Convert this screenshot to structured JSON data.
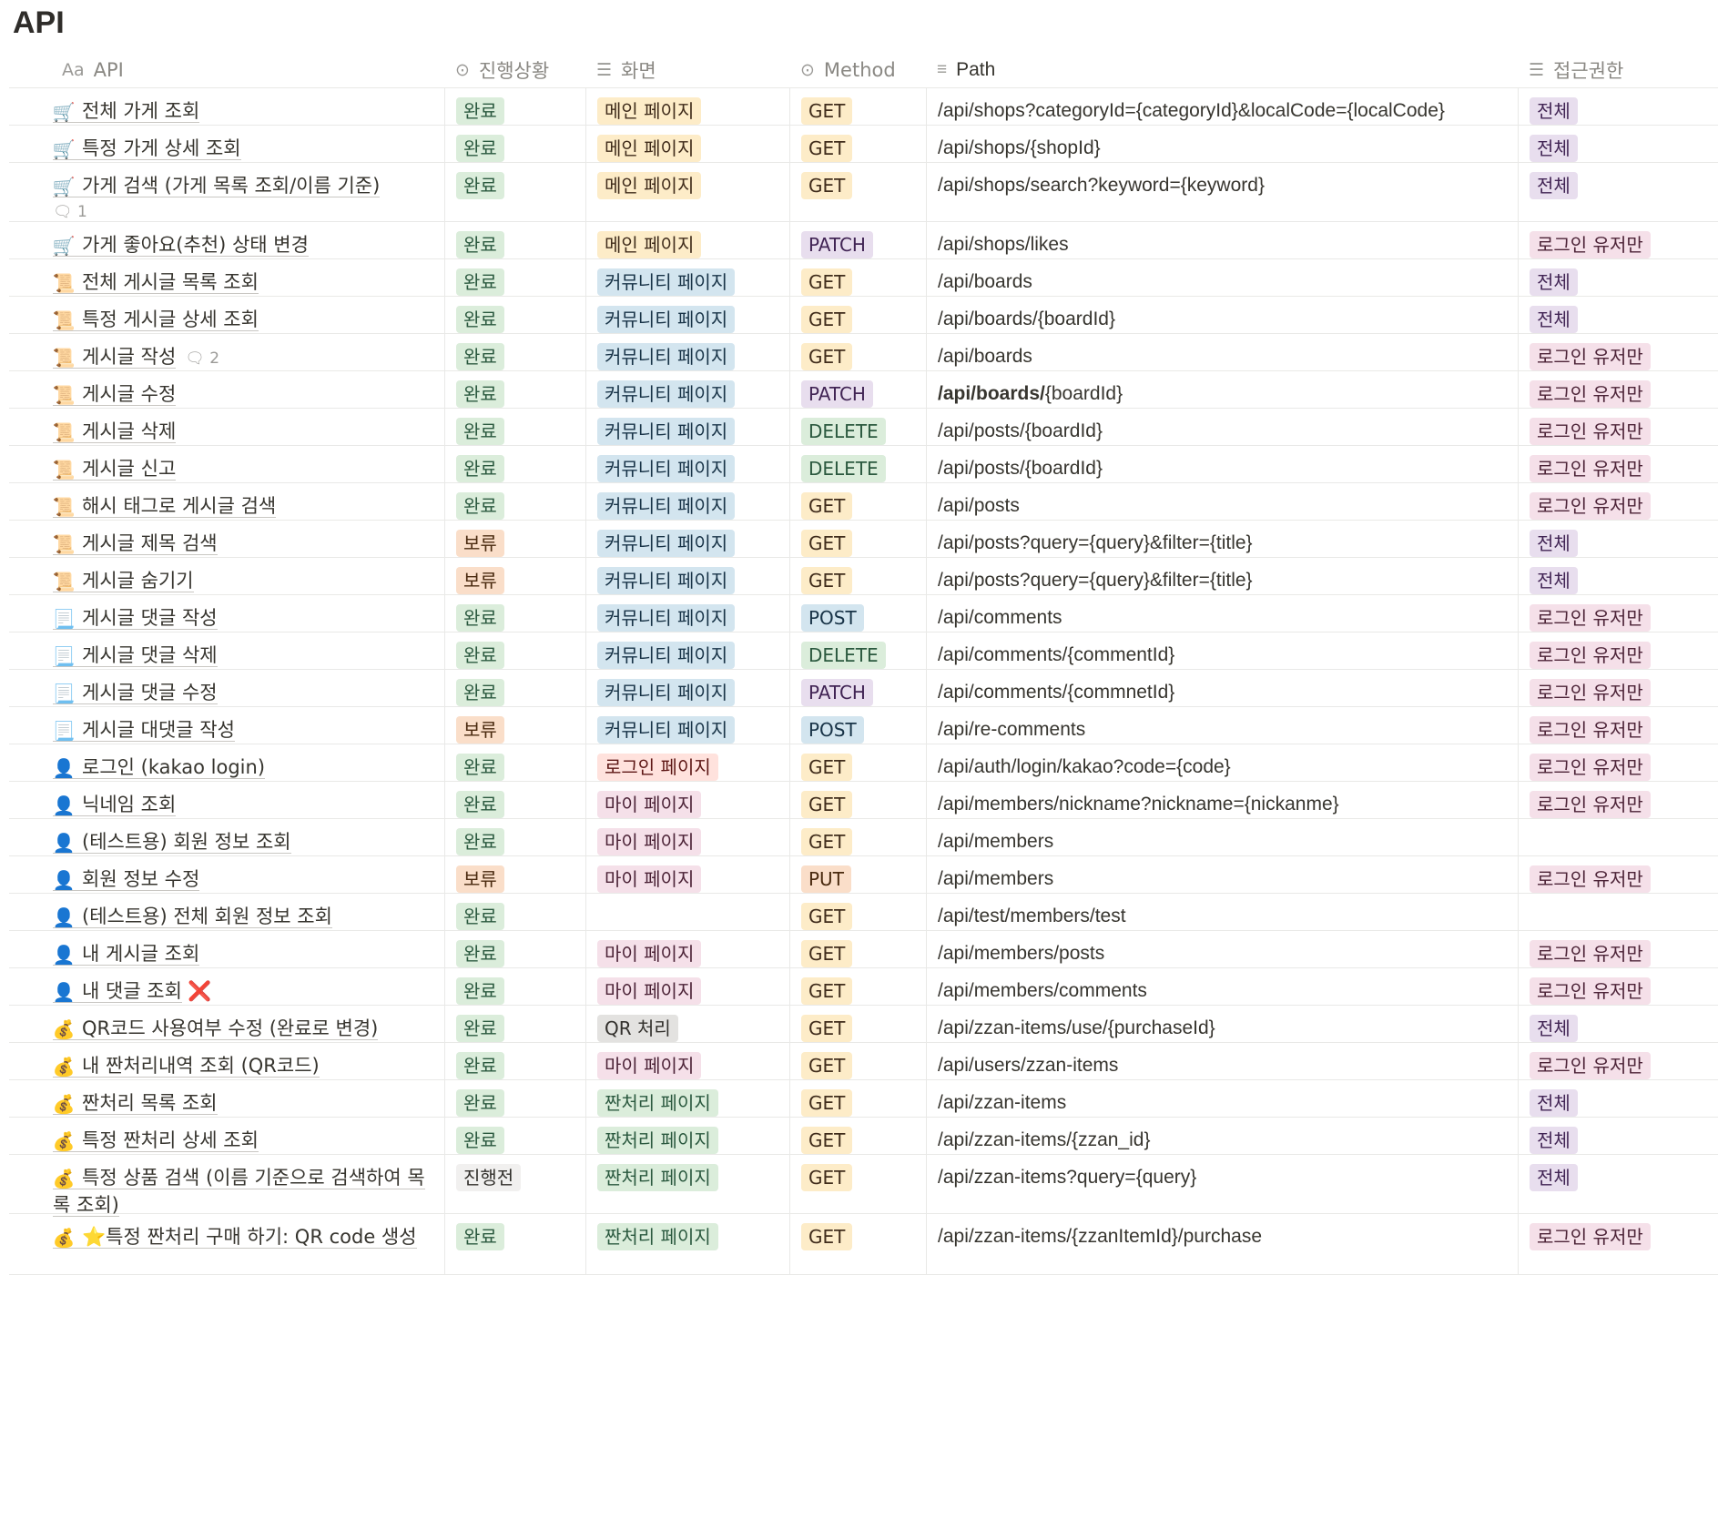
{
  "title": "API",
  "headers": {
    "api": "API",
    "api_prefix": "Aa",
    "status": "진행상황",
    "screen": "화면",
    "method": "Method",
    "path": "Path",
    "access": "접근권한"
  },
  "rows": [
    {
      "icon": "cart",
      "name": "전체 가게 조회",
      "status": "완료",
      "screen": "메인 페이지",
      "screen_color": "y",
      "method": "GET",
      "path": "/api/shops?categoryId={categoryId}&localCode={localCode}",
      "access": "전체",
      "access_color": "pu"
    },
    {
      "icon": "cart",
      "name": "특정 가게 상세 조회",
      "status": "완료",
      "screen": "메인 페이지",
      "screen_color": "y",
      "method": "GET",
      "path": "/api/shops/{shopId}",
      "access": "전체",
      "access_color": "pu"
    },
    {
      "icon": "cart",
      "name": "가게 검색 (가게 목록 조회/이름 기준)",
      "comments": "1",
      "comments_below": true,
      "status": "완료",
      "screen": "메인 페이지",
      "screen_color": "y",
      "method": "GET",
      "path": "/api/shops/search?keyword={keyword}",
      "access": "전체",
      "access_color": "pu"
    },
    {
      "icon": "cart",
      "name": "가게 좋아요(추천) 상태 변경",
      "status": "완료",
      "screen": "메인 페이지",
      "screen_color": "y",
      "method": "PATCH",
      "path": "/api/shops/likes",
      "access": "로그인 유저만",
      "access_color": "p"
    },
    {
      "icon": "scroll",
      "name": "전체 게시글 목록 조회",
      "status": "완료",
      "screen": "커뮤니티 페이지",
      "screen_color": "b",
      "method": "GET",
      "path": "/api/boards",
      "access": "전체",
      "access_color": "pu"
    },
    {
      "icon": "scroll",
      "name": "특정 게시글 상세 조회",
      "status": "완료",
      "screen": "커뮤니티 페이지",
      "screen_color": "b",
      "method": "GET",
      "path": "/api/boards/{boardId}",
      "access": "전체",
      "access_color": "pu"
    },
    {
      "icon": "scroll",
      "name": "게시글 작성",
      "comments": "2",
      "status": "완료",
      "screen": "커뮤니티 페이지",
      "screen_color": "b",
      "method": "GET",
      "path": "/api/boards",
      "access": "로그인 유저만",
      "access_color": "p"
    },
    {
      "icon": "scroll",
      "name": "게시글 수정",
      "status": "완료",
      "screen": "커뮤니티 페이지",
      "screen_color": "b",
      "method": "PATCH",
      "path": "/api/boards/{boardId}",
      "path_bold": "/api/boards/",
      "path_rest": "{boardId}",
      "access": "로그인 유저만",
      "access_color": "p"
    },
    {
      "icon": "scroll",
      "name": "게시글 삭제",
      "status": "완료",
      "screen": "커뮤니티 페이지",
      "screen_color": "b",
      "method": "DELETE",
      "path": "/api/posts/{boardId}",
      "access": "로그인 유저만",
      "access_color": "p"
    },
    {
      "icon": "scroll",
      "name": "게시글 신고",
      "status": "완료",
      "screen": "커뮤니티 페이지",
      "screen_color": "b",
      "method": "DELETE",
      "path": "/api/posts/{boardId}",
      "access": "로그인 유저만",
      "access_color": "p"
    },
    {
      "icon": "scroll",
      "name": "해시 태그로 게시글 검색",
      "status": "완료",
      "screen": "커뮤니티 페이지",
      "screen_color": "b",
      "method": "GET",
      "path": "/api/posts",
      "access": "로그인 유저만",
      "access_color": "p"
    },
    {
      "icon": "scroll",
      "name": "게시글 제목 검색",
      "status": "보류",
      "screen": "커뮤니티 페이지",
      "screen_color": "b",
      "method": "GET",
      "path": "/api/posts?query={query}&filter={title}",
      "access": "전체",
      "access_color": "pu"
    },
    {
      "icon": "scroll",
      "name": "게시글 숨기기",
      "status": "보류",
      "screen": "커뮤니티 페이지",
      "screen_color": "b",
      "method": "GET",
      "path": "/api/posts?query={query}&filter={title}",
      "access": "전체",
      "access_color": "pu"
    },
    {
      "icon": "page",
      "name": "게시글 댓글 작성",
      "status": "완료",
      "screen": "커뮤니티 페이지",
      "screen_color": "b",
      "method": "POST",
      "path": "/api/comments",
      "access": "로그인 유저만",
      "access_color": "p"
    },
    {
      "icon": "page",
      "name": "게시글 댓글 삭제",
      "status": "완료",
      "screen": "커뮤니티 페이지",
      "screen_color": "b",
      "method": "DELETE",
      "path": "/api/comments/{commentId}",
      "access": "로그인 유저만",
      "access_color": "p"
    },
    {
      "icon": "page",
      "name": "게시글 댓글 수정",
      "status": "완료",
      "screen": "커뮤니티 페이지",
      "screen_color": "b",
      "method": "PATCH",
      "path": "/api/comments/{commnetId}",
      "access": "로그인 유저만",
      "access_color": "p"
    },
    {
      "icon": "page",
      "name": "게시글 대댓글 작성",
      "status": "보류",
      "screen": "커뮤니티 페이지",
      "screen_color": "b",
      "method": "POST",
      "path": "/api/re-comments",
      "access": "로그인 유저만",
      "access_color": "p"
    },
    {
      "icon": "user",
      "name": "로그인 (kakao login)",
      "status": "완료",
      "screen": "로그인 페이지",
      "screen_color": "r",
      "method": "GET",
      "path": "/api/auth/login/kakao?code={code}",
      "access": "로그인 유저만",
      "access_color": "p"
    },
    {
      "icon": "user",
      "name": "닉네임 조회",
      "status": "완료",
      "screen": "마이 페이지",
      "screen_color": "p",
      "method": "GET",
      "path": "/api/members/nickname?nickname={nickanme}",
      "access": "로그인 유저만",
      "access_color": "p"
    },
    {
      "icon": "user",
      "name": "(테스트용) 회원 정보 조회",
      "status": "완료",
      "screen": "마이 페이지",
      "screen_color": "p",
      "method": "GET",
      "path": "/api/members",
      "access": "",
      "access_color": "p"
    },
    {
      "icon": "user",
      "name": "회원 정보 수정",
      "status": "보류",
      "screen": "마이 페이지",
      "screen_color": "p",
      "method": "PUT",
      "path": "/api/members",
      "access": "로그인 유저만",
      "access_color": "p"
    },
    {
      "icon": "user",
      "name": "(테스트용) 전체 회원 정보 조회",
      "status": "완료",
      "screen": "",
      "screen_color": "p",
      "method": "GET",
      "path": "/api/test/members/test",
      "access": "",
      "access_color": "p"
    },
    {
      "icon": "user",
      "name": "내 게시글 조회",
      "status": "완료",
      "screen": "마이 페이지",
      "screen_color": "p",
      "method": "GET",
      "path": "/api/members/posts",
      "access": "로그인 유저만",
      "access_color": "p"
    },
    {
      "icon": "user",
      "name": "내 댓글 조회",
      "cross": "❌",
      "status": "완료",
      "screen": "마이 페이지",
      "screen_color": "p",
      "method": "GET",
      "path": "/api/members/comments",
      "access": "로그인 유저만",
      "access_color": "p"
    },
    {
      "icon": "money",
      "name": "QR코드 사용여부 수정 (완료로 변경)",
      "status": "완료",
      "screen": "QR 처리",
      "screen_color": "gr",
      "method": "GET",
      "path": "/api/zzan-items/use/{purchaseId}",
      "access": "전체",
      "access_color": "pu"
    },
    {
      "icon": "money",
      "name": "내 짠처리내역 조회 (QR코드)",
      "status": "완료",
      "screen": "마이 페이지",
      "screen_color": "p",
      "method": "GET",
      "path": "/api/users/zzan-items",
      "access": "로그인 유저만",
      "access_color": "p"
    },
    {
      "icon": "money",
      "name": "짠처리 목록 조회",
      "status": "완료",
      "screen": "짠처리 페이지",
      "screen_color": "g",
      "method": "GET",
      "path": "/api/zzan-items",
      "access": "전체",
      "access_color": "pu"
    },
    {
      "icon": "money",
      "name": "특정 짠처리 상세 조회",
      "status": "완료",
      "screen": "짠처리 페이지",
      "screen_color": "g",
      "method": "GET",
      "path": "/api/zzan-items/{zzan_id}",
      "access": "전체",
      "access_color": "pu"
    },
    {
      "icon": "money",
      "name": "특정 상품 검색 (이름 기준으로 검색하여 목록 조회)",
      "status": "진행전",
      "screen": "짠처리 페이지",
      "screen_color": "g",
      "method": "GET",
      "path": "/api/zzan-items?query={query}",
      "access": "전체",
      "access_color": "pu"
    },
    {
      "icon": "money",
      "star": "⭐",
      "name": "특정 짠처리 구매 하기: QR code 생성",
      "status": "완료",
      "screen": "짠처리 페이지",
      "screen_color": "g",
      "method": "GET",
      "path": "/api/zzan-items/{zzanItemId}/purchase",
      "access": "로그인 유저만",
      "access_color": "p"
    }
  ],
  "colors": {
    "status": {
      "완료": "g",
      "보류": "o",
      "진행전": "lt"
    },
    "method": {
      "GET": "y",
      "PATCH": "pu",
      "DELETE": "g",
      "POST": "b",
      "PUT": "o"
    }
  },
  "icon_glyphs": {
    "cart": "🛒",
    "scroll": "📜",
    "page": "📃",
    "user": "👤",
    "money": "💰"
  }
}
